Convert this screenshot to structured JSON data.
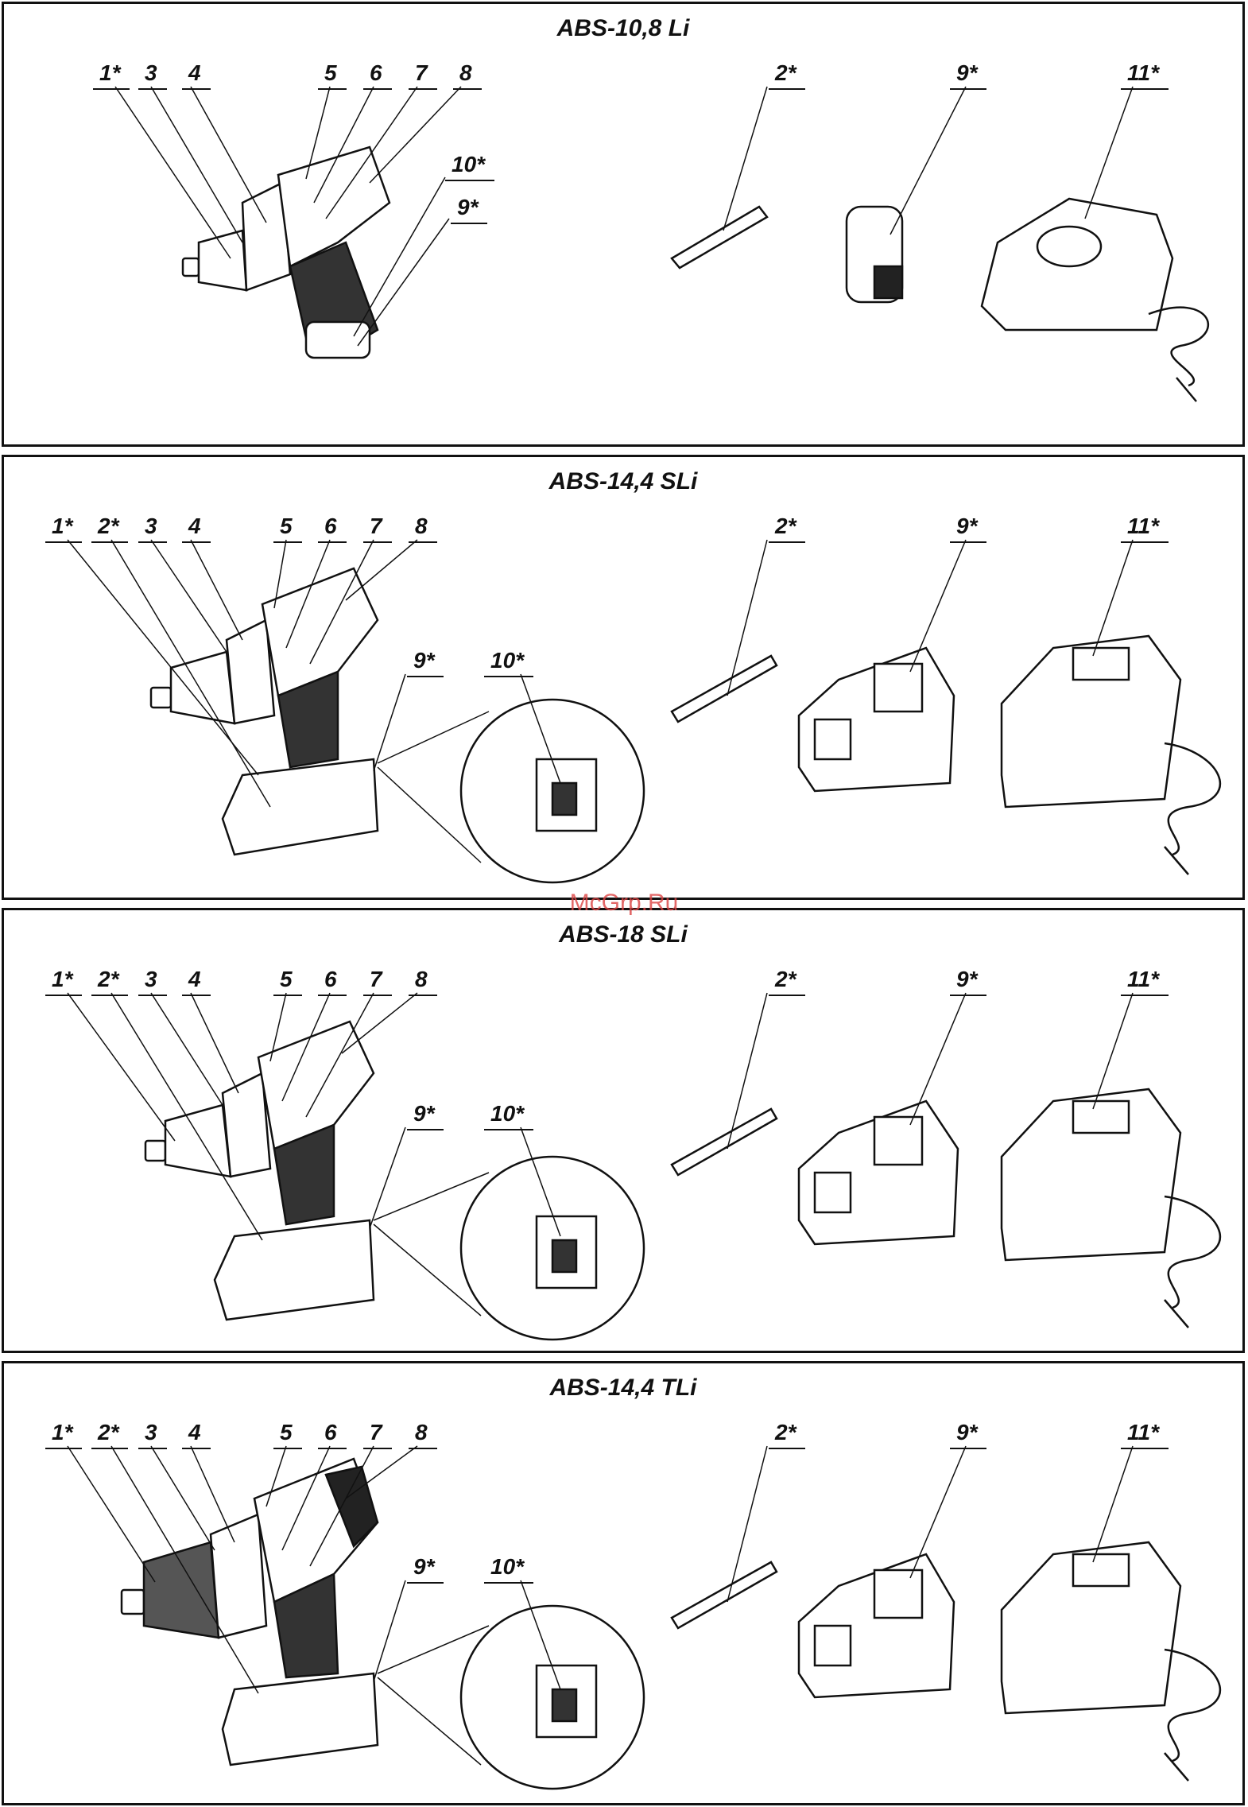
{
  "panels": [
    {
      "title": "ABS-10,8 Li",
      "labels": [
        "1*",
        "3",
        "4",
        "5",
        "6",
        "7",
        "8",
        "10*",
        "9*",
        "2*",
        "9*",
        "11*"
      ]
    },
    {
      "title": "ABS-14,4 SLi",
      "labels": [
        "1*",
        "2*",
        "3",
        "4",
        "5",
        "6",
        "7",
        "8",
        "9*",
        "10*",
        "2*",
        "9*",
        "11*"
      ]
    },
    {
      "title": "ABS-18 SLi",
      "labels": [
        "1*",
        "2*",
        "3",
        "4",
        "5",
        "6",
        "7",
        "8",
        "9*",
        "10*",
        "2*",
        "9*",
        "11*"
      ]
    },
    {
      "title": "ABS-14,4 TLi",
      "labels": [
        "1*",
        "2*",
        "3",
        "4",
        "5",
        "6",
        "7",
        "8",
        "9*",
        "10*",
        "2*",
        "9*",
        "11*"
      ]
    }
  ],
  "watermark": "McGrp.Ru",
  "icons": [
    "drill-icon",
    "bit-icon",
    "battery-icon",
    "charger-icon",
    "zoom-detail-icon"
  ]
}
